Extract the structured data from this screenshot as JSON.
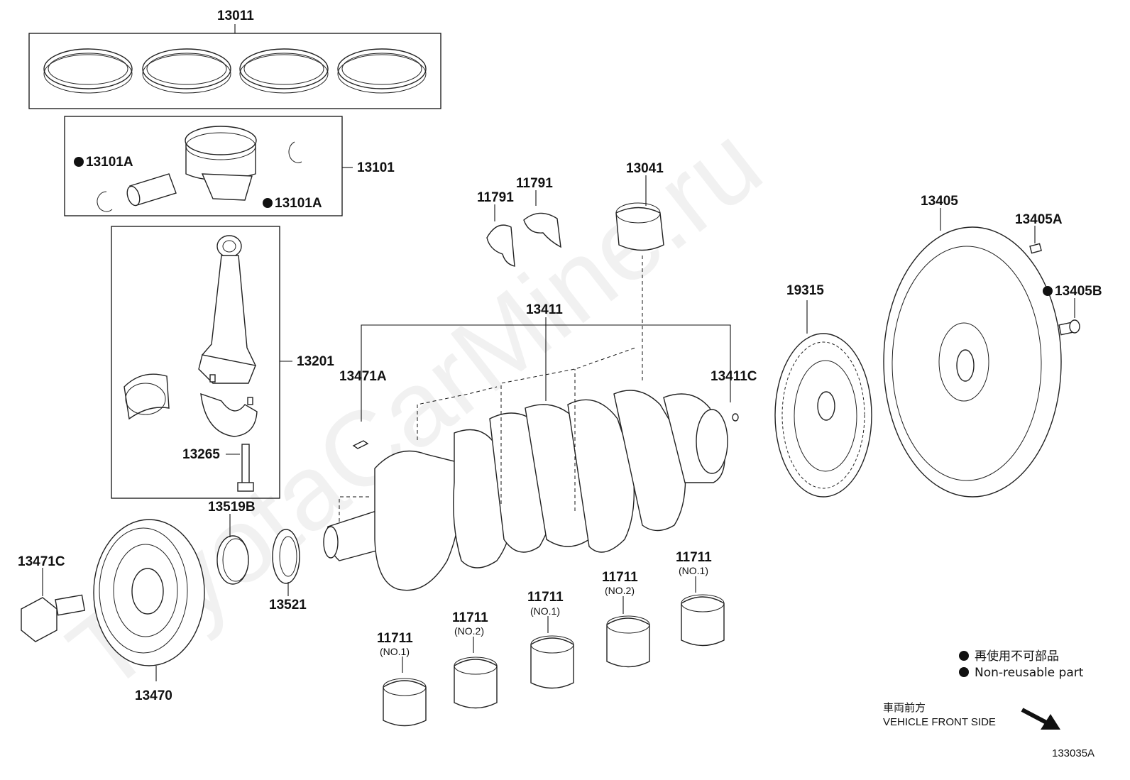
{
  "watermark": "ToyotaCarMine.ru",
  "diagram_code": "133035A",
  "legend": {
    "non_reusable_jp": "再使用不可部品",
    "non_reusable_en": "Non-reusable part"
  },
  "front_side": {
    "jp": "車両前方",
    "en": "VEHICLE FRONT SIDE"
  },
  "part_labels": {
    "p13011": "13011",
    "p13101": "13101",
    "p13101A_left": "13101A",
    "p13101A_right": "13101A",
    "p13201": "13201",
    "p13265": "13265",
    "p13519B": "13519B",
    "p13521": "13521",
    "p13470": "13470",
    "p13471C": "13471C",
    "p13471A": "13471A",
    "p13411": "13411",
    "p13411C": "13411C",
    "p11791_a": "11791",
    "p11791_b": "11791",
    "p13041": "13041",
    "p19315": "19315",
    "p13405": "13405",
    "p13405A": "13405A",
    "p13405B": "13405B",
    "p11711_a": "11711",
    "p11711_b": "11711",
    "p11711_c": "11711",
    "p11711_d": "11711",
    "p11711_e": "11711"
  },
  "bearing_notes": {
    "n_a": "(NO.1)",
    "n_b": "(NO.2)",
    "n_c": "(NO.1)",
    "n_d": "(NO.2)",
    "n_e": "(NO.1)"
  }
}
